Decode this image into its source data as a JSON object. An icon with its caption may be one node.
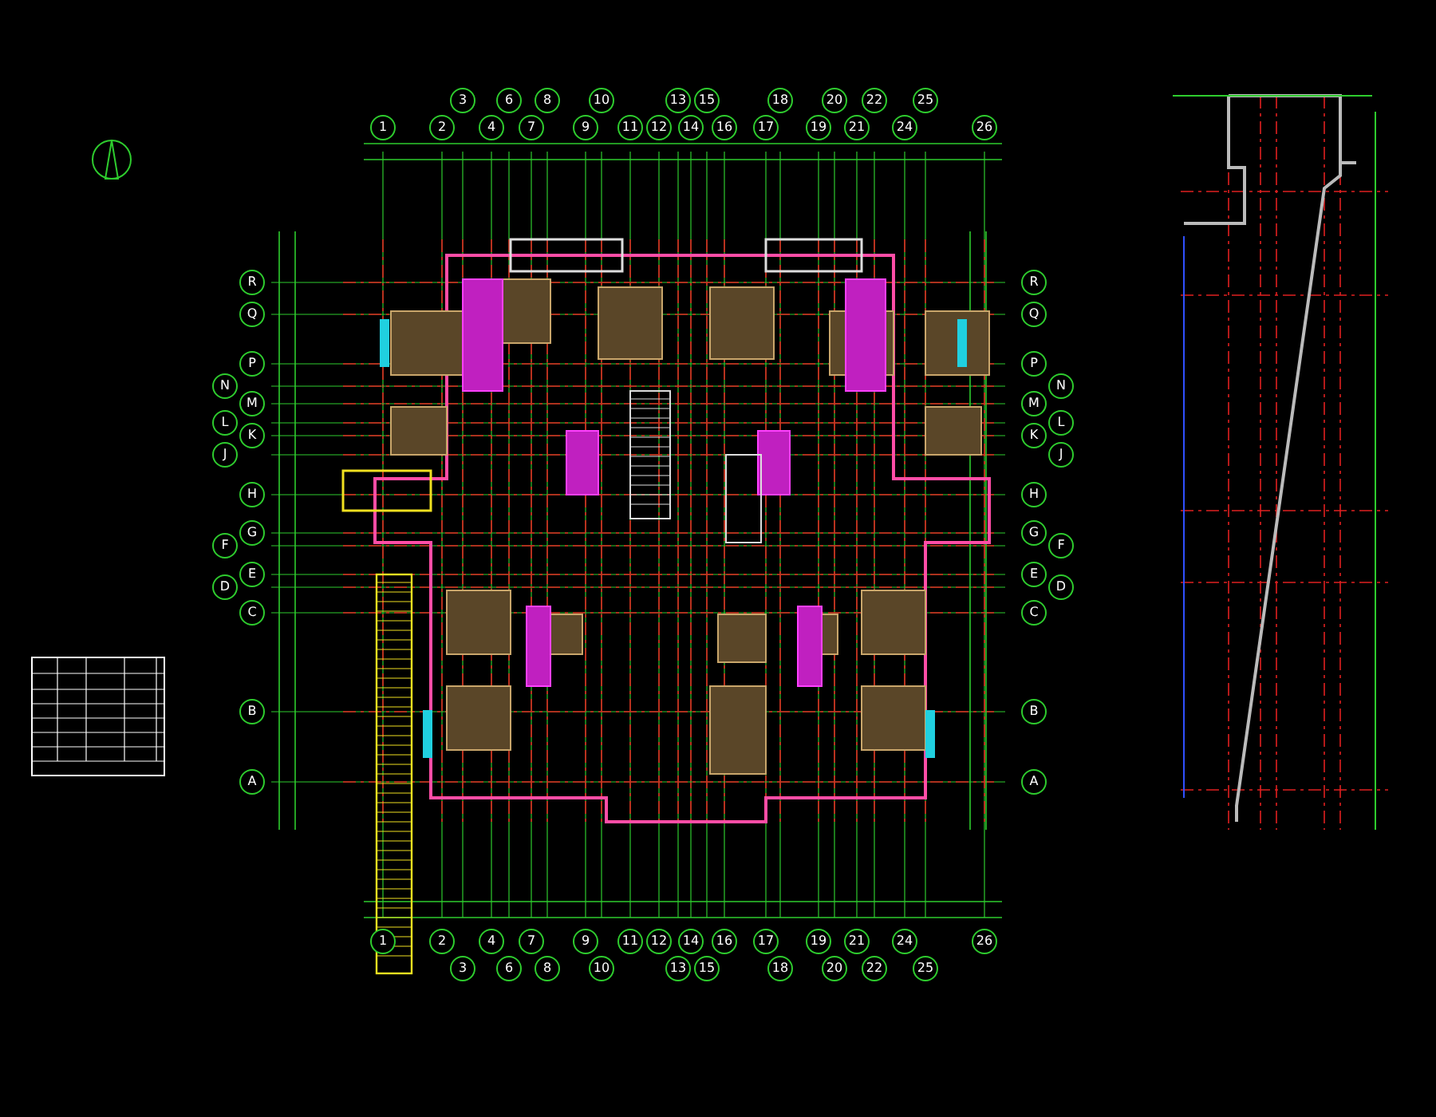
{
  "diagram": {
    "labels": [
      "1",
      "2",
      "3",
      "4",
      "6",
      "7",
      "8",
      "9",
      "10",
      "11",
      "12",
      "13",
      "14",
      "15",
      "16",
      "17",
      "18",
      "19",
      "20",
      "21",
      "22",
      "24",
      "25",
      "26",
      "R",
      "Q",
      "P",
      "N",
      "M",
      "L",
      "K",
      "J",
      "H",
      "G",
      "F",
      "E",
      "D",
      "C",
      "B",
      "A",
      "R",
      "Q",
      "P",
      "N",
      "M",
      "L",
      "K",
      "J",
      "H",
      "G",
      "F",
      "E",
      "D",
      "C",
      "B",
      "A",
      "1",
      "2",
      "3",
      "4",
      "6",
      "7",
      "8",
      "9",
      "10",
      "11",
      "12",
      "13",
      "14",
      "15",
      "16",
      "17",
      "18",
      "19",
      "20",
      "21",
      "22",
      "24",
      "25",
      "26"
    ]
  }
}
